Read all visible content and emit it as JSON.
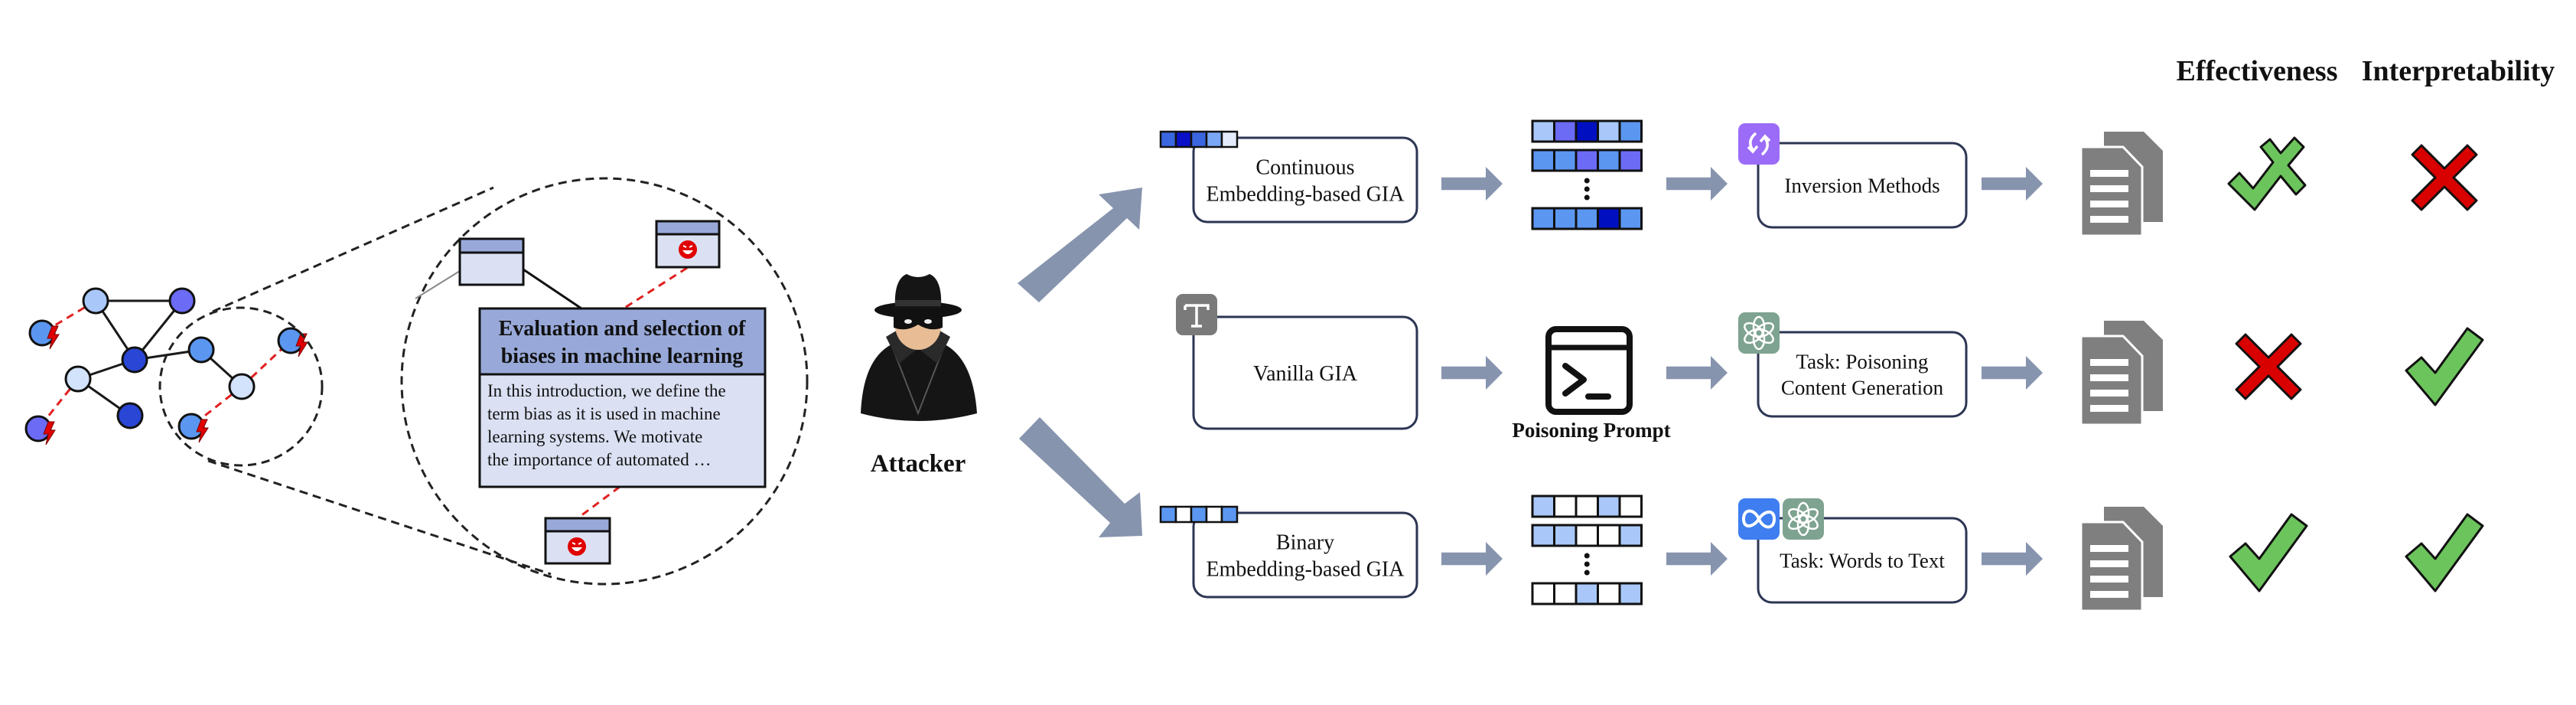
{
  "headers": {
    "effectiveness": "Effectiveness",
    "interpretability": "Interpretability"
  },
  "attacker": {
    "label": "Attacker",
    "icon": "spy-attacker-icon"
  },
  "graph": {
    "description": "text-attributed graph with injected malicious nodes",
    "node_colors": {
      "very_light": "#d3e3fb",
      "light": "#a9c8f9",
      "mid": "#5b97f1",
      "purple": "#6b6bf6",
      "dark": "#2a46d4"
    },
    "edge_color": "#1a1a1a",
    "injected_edge_color": "#e02020"
  },
  "zoom_card": {
    "title_line1": "Evaluation and selection of",
    "title_line2": "biases in machine learning",
    "body_lines": [
      "In this introduction, we define the",
      "term bias as it is used in machine",
      "learning systems. We motivate",
      "the importance of automated …"
    ],
    "header_color": "#98a9d9",
    "body_color": "#dbe1f3"
  },
  "rows": [
    {
      "method_lines": [
        "Continuous",
        "Embedding-based GIA"
      ],
      "badge": "embedding-strip",
      "badge_cells": [
        "#3a66e0",
        "#0a10c8",
        "#3a66e0",
        "#7aa8f5",
        "#e4ecfb"
      ],
      "intermediate": {
        "type": "vectors",
        "rows": [
          [
            "#a9c8f9",
            "#6b6bf6",
            "#0010c0",
            "#a9c8f9",
            "#5b97f1"
          ],
          [
            "#5b97f1",
            "#5b97f1",
            "#6b6bf6",
            "#5b97f1",
            "#6b6bf6"
          ],
          [
            "#5b97f1",
            "#5b97f1",
            "#5b97f1",
            "#0010c0",
            "#5b97f1"
          ]
        ]
      },
      "decoder_lines": [
        "Inversion Methods"
      ],
      "decoder_badges": [
        "inversion-icon"
      ],
      "effectiveness": "partial",
      "interpretability": "no"
    },
    {
      "method_lines": [
        "Vanilla GIA"
      ],
      "badge": "text-icon",
      "intermediate": {
        "type": "prompt",
        "label": "Poisoning Prompt"
      },
      "decoder_lines": [
        "Task: Poisoning",
        "Content Generation"
      ],
      "decoder_badges": [
        "openai-icon"
      ],
      "effectiveness": "no",
      "interpretability": "yes"
    },
    {
      "method_lines": [
        "Binary",
        "Embedding-based GIA"
      ],
      "badge": "embedding-strip",
      "badge_cells": [
        "#5b97f1",
        "#ffffff",
        "#5b97f1",
        "#ffffff",
        "#5b97f1"
      ],
      "intermediate": {
        "type": "vectors",
        "rows": [
          [
            "#a9c8f9",
            "#ffffff",
            "#ffffff",
            "#a9c8f9",
            "#ffffff"
          ],
          [
            "#a9c8f9",
            "#a9c8f9",
            "#ffffff",
            "#ffffff",
            "#a9c8f9"
          ],
          [
            "#ffffff",
            "#ffffff",
            "#a9c8f9",
            "#ffffff",
            "#a9c8f9"
          ]
        ]
      },
      "decoder_lines": [
        "Task: Words to Text"
      ],
      "decoder_badges": [
        "meta-icon",
        "openai-icon"
      ],
      "effectiveness": "yes",
      "interpretability": "yes"
    }
  ],
  "colors": {
    "arrow": "#8794ae",
    "box_border": "#2c3553",
    "check_green": "#6cc45c",
    "cross_red": "#d90000",
    "doc_gray": "#7f7f7f",
    "badge_gray": "#7a7a7a",
    "badge_purple": "#9b6cf7",
    "badge_openai": "#7ea391",
    "badge_meta": "#3e7ef0"
  }
}
